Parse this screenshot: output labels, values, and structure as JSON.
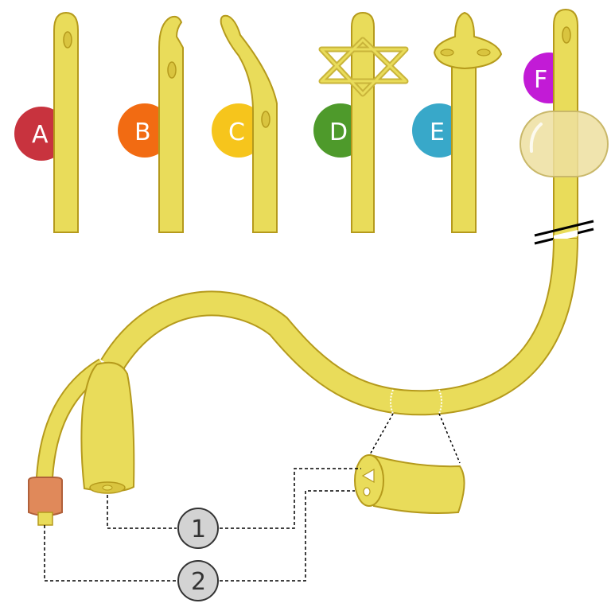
{
  "tip_labels": {
    "a": "A",
    "b": "B",
    "c": "C",
    "d": "D",
    "e": "E",
    "f": "F"
  },
  "lumen_labels": {
    "one": "1",
    "two": "2"
  },
  "colors": {
    "catheter_fill": "#E9DC5A",
    "catheter_stroke": "#B59A1C",
    "a": "#C8333E",
    "b": "#F26B12",
    "c": "#F6C51C",
    "d": "#4E9A2B",
    "e": "#38A8C9",
    "f": "#C21BD6",
    "balloon": "#EDDFA0",
    "connector": "#E0895A"
  }
}
